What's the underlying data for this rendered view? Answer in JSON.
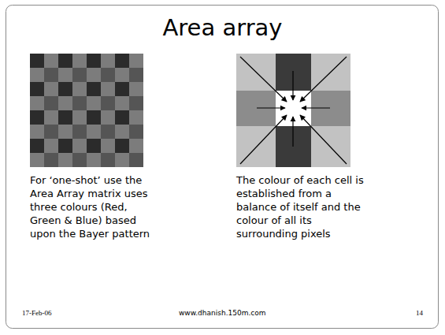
{
  "diagram": {
    "title": "Area array",
    "labels": [
      "For ‘one-shot’ use the Area Array matrix uses three colours (Red, Green & Blue) based upon the Bayer pattern",
      "The colour of each cell is established from a balance of itself and the colour of all its surrounding pixels",
      "17-Feb-06",
      "www.dhanish.150m.com",
      "14"
    ]
  }
}
